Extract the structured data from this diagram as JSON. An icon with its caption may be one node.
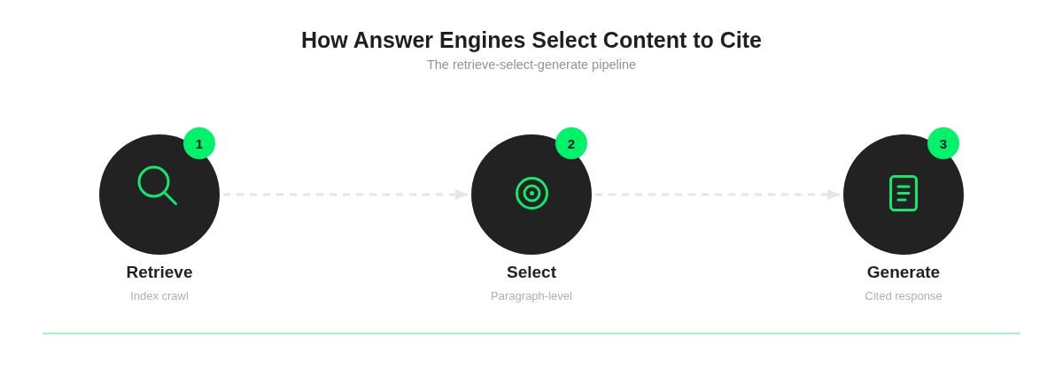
{
  "diagram": {
    "title": "How Answer Engines Select Content to Cite",
    "nodes": [
      {
        "text": [
          "Retrieve",
          "Index crawl"
        ]
      },
      {
        "text": [
          "1"
        ]
      },
      {
        "text": [
          "Select",
          "Paragraph-level"
        ]
      },
      {
        "text": [
          "2"
        ]
      },
      {
        "text": [
          "Generate",
          "Cited response"
        ]
      },
      {
        "text": [
          "3"
        ]
      }
    ],
    "edges": [
      {
        "from": 0,
        "to": 2,
        "arrow": "to",
        "style": "dashed"
      },
      {
        "from": 2,
        "to": 4,
        "arrow": "to",
        "style": "dashed"
      }
    ],
    "labels": [
      "The retrieve-select-generate pipeline"
    ]
  }
}
